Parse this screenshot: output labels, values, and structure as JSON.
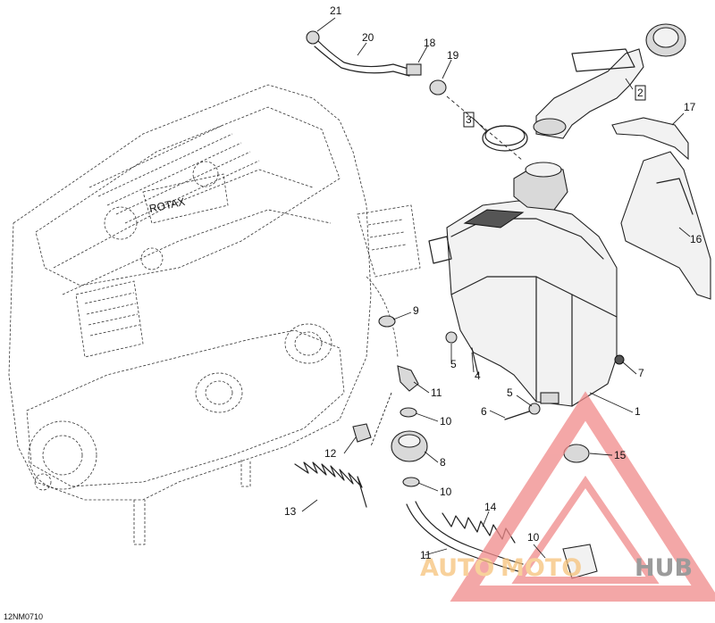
{
  "diagram": {
    "drawing_code": "12NM0710",
    "engine_logo_text": "ROTAX",
    "callouts": [
      {
        "id": "c1",
        "label": "1",
        "boxed": false
      },
      {
        "id": "c2",
        "label": "2",
        "boxed": true
      },
      {
        "id": "c3",
        "label": "3",
        "boxed": true
      },
      {
        "id": "c4",
        "label": "4",
        "boxed": false
      },
      {
        "id": "c5a",
        "label": "5",
        "boxed": false
      },
      {
        "id": "c5b",
        "label": "5",
        "boxed": false
      },
      {
        "id": "c6",
        "label": "6",
        "boxed": false
      },
      {
        "id": "c7",
        "label": "7",
        "boxed": false
      },
      {
        "id": "c8",
        "label": "8",
        "boxed": false
      },
      {
        "id": "c9",
        "label": "9",
        "boxed": false
      },
      {
        "id": "c10a",
        "label": "10",
        "boxed": false
      },
      {
        "id": "c10b",
        "label": "10",
        "boxed": false
      },
      {
        "id": "c10c",
        "label": "10",
        "boxed": false
      },
      {
        "id": "c11a",
        "label": "11",
        "boxed": false
      },
      {
        "id": "c11b",
        "label": "11",
        "boxed": false
      },
      {
        "id": "c12",
        "label": "12",
        "boxed": false
      },
      {
        "id": "c13",
        "label": "13",
        "boxed": false
      },
      {
        "id": "c14",
        "label": "14",
        "boxed": false
      },
      {
        "id": "c15",
        "label": "15",
        "boxed": false
      },
      {
        "id": "c16",
        "label": "16",
        "boxed": false
      },
      {
        "id": "c17",
        "label": "17",
        "boxed": false
      },
      {
        "id": "c18",
        "label": "18",
        "boxed": false
      },
      {
        "id": "c19",
        "label": "19",
        "boxed": false
      },
      {
        "id": "c20",
        "label": "20",
        "boxed": false
      },
      {
        "id": "c21",
        "label": "21",
        "boxed": false
      }
    ]
  },
  "watermark": {
    "part1": "AUTO",
    "part2": "MOTO",
    "part3": "HUB",
    "color_primary": "#f08a8a",
    "color_secondary": "#f6c27a",
    "color_tertiary": "#7a7a7a"
  }
}
